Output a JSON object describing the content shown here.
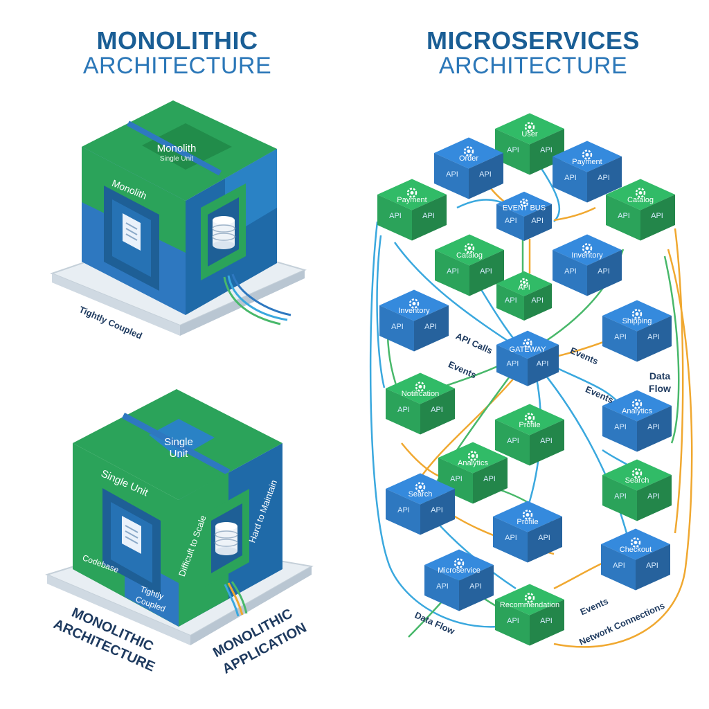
{
  "titles": {
    "left_line1": "MONOLITHIC",
    "left_line2": "ARCHITECTURE",
    "right_line1": "MICROSERVICES",
    "right_line2": "ARCHITECTURE"
  },
  "monolith_top": {
    "plate_label": "Monolith",
    "plate_sublabel": "Single Unit",
    "face_label": "Monolith",
    "base_label": "Tightly Coupled"
  },
  "monolith_bottom": {
    "plate_label_line1": "Single",
    "plate_label_line2": "Unit",
    "face_label": "Single Unit",
    "codebase_label": "Codebase",
    "coupled_line1": "Tightly",
    "coupled_line2": "Coupled",
    "scale_label": "Difficult to Scale",
    "maintain_label": "Hard to Maintain",
    "caption_left_line1": "MONOLITHIC",
    "caption_left_line2": "ARCHITECTURE",
    "caption_right_line1": "MONOLITHIC",
    "caption_right_line2": "APPLICATION"
  },
  "api_label": "API",
  "nodes": [
    {
      "id": "user",
      "label": "User",
      "color": "#2ba35a"
    },
    {
      "id": "order",
      "label": "Order",
      "color": "#2e78c0"
    },
    {
      "id": "payment1",
      "label": "Payment",
      "color": "#2e78c0"
    },
    {
      "id": "payment2",
      "label": "Payment",
      "color": "#2ba35a"
    },
    {
      "id": "eventbus",
      "label": "EVENT BUS",
      "color": "#2e78c0"
    },
    {
      "id": "catalog1",
      "label": "Catalog",
      "color": "#2ba35a"
    },
    {
      "id": "catalog2",
      "label": "Catalog",
      "color": "#2ba35a"
    },
    {
      "id": "inventory1",
      "label": "Inventory",
      "color": "#2e78c0"
    },
    {
      "id": "api",
      "label": "API",
      "color": "#2ba35a"
    },
    {
      "id": "inventory2",
      "label": "Inventory",
      "color": "#2e78c0"
    },
    {
      "id": "gateway",
      "label": "GATEWAY",
      "color": "#2e78c0"
    },
    {
      "id": "shipping",
      "label": "Shipping",
      "color": "#2e78c0"
    },
    {
      "id": "notification",
      "label": "Notification",
      "color": "#2ba35a"
    },
    {
      "id": "profile1",
      "label": "Profile",
      "color": "#2ba35a"
    },
    {
      "id": "analytics1",
      "label": "Analytics",
      "color": "#2e78c0"
    },
    {
      "id": "analytics2",
      "label": "Analytics",
      "color": "#2ba35a"
    },
    {
      "id": "search1",
      "label": "Search",
      "color": "#2e78c0"
    },
    {
      "id": "search2",
      "label": "Search",
      "color": "#2ba35a"
    },
    {
      "id": "profile2",
      "label": "Profile",
      "color": "#2e78c0"
    },
    {
      "id": "checkout",
      "label": "Checkout",
      "color": "#2e78c0"
    },
    {
      "id": "microservice",
      "label": "Microservice",
      "color": "#2e78c0"
    },
    {
      "id": "recommendation",
      "label": "Recommendation",
      "color": "#2ba35a"
    }
  ],
  "flow_labels": {
    "api_calls": "API Calls",
    "events_1": "Events",
    "events_2": "Events",
    "events_3": "Events",
    "events_4": "Events",
    "data_flow_1_line1": "Data",
    "data_flow_1_line2": "Flow",
    "data_flow_2": "Data Flow",
    "network_connections": "Network Connections"
  },
  "colors": {
    "green": "#2ba35a",
    "blue": "#2e78c0",
    "line_blue": "#3aa8de",
    "line_green": "#48b86a",
    "line_orange": "#f0a830",
    "title_dark": "#1a5e95"
  }
}
